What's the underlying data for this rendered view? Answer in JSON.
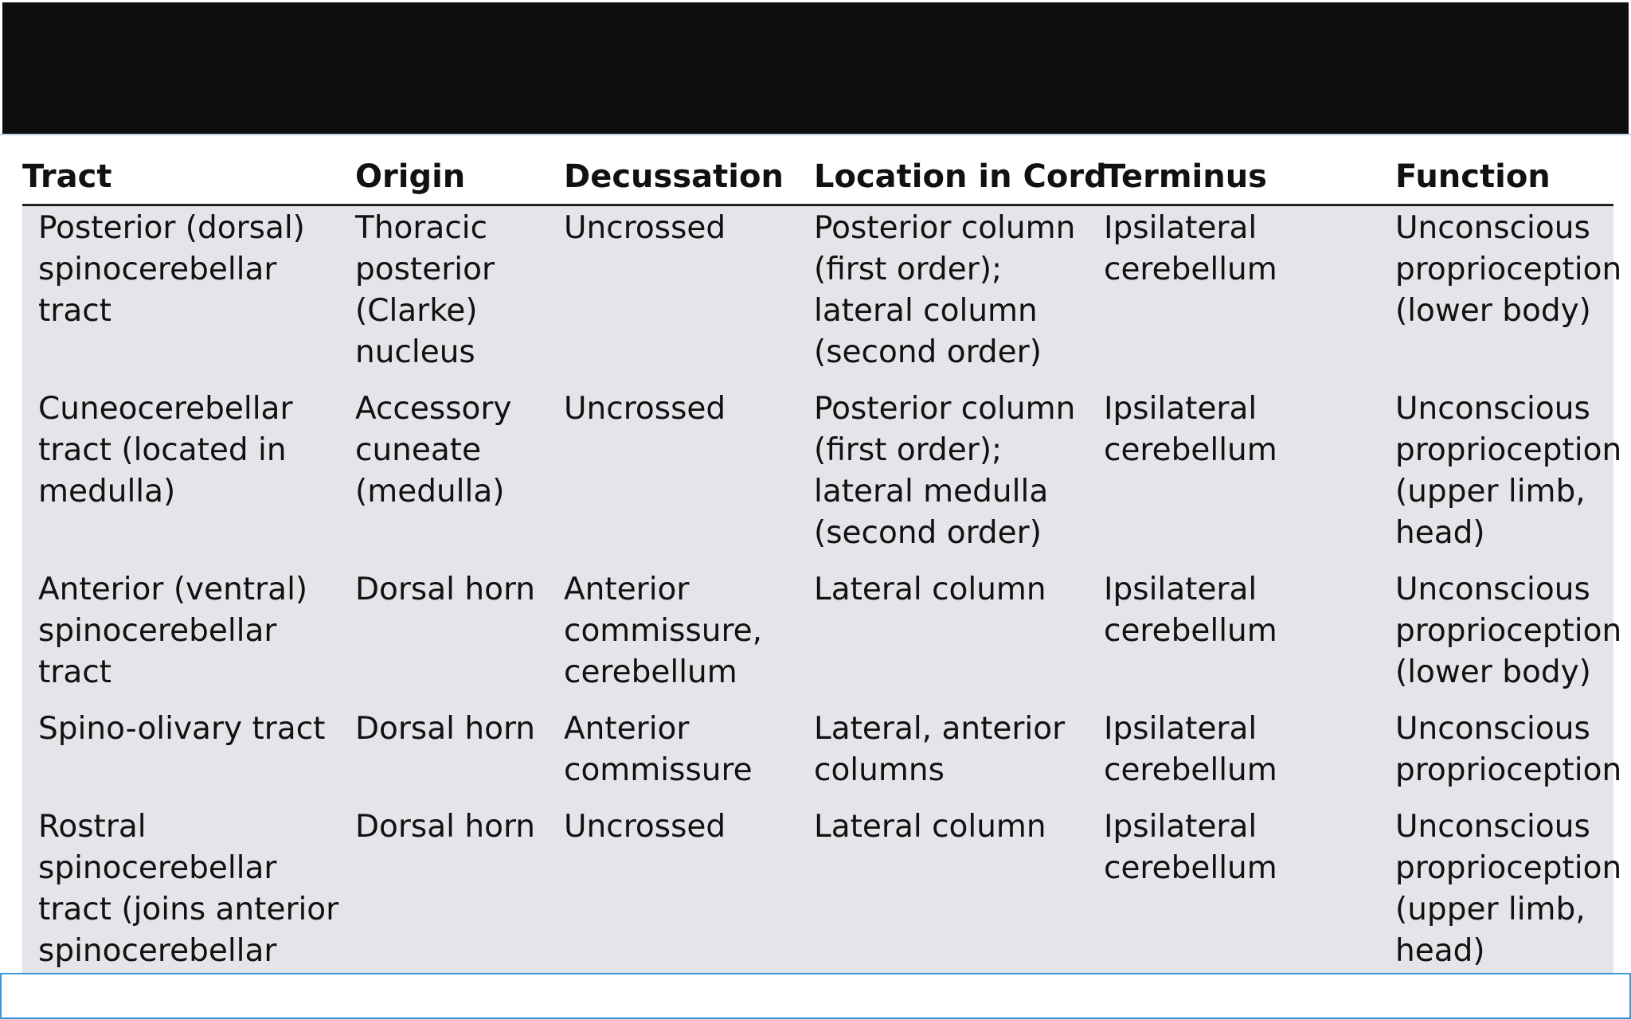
{
  "table": {
    "headers": [
      "Tract",
      "Origin",
      "Decussation",
      "Location in Cord",
      "Terminus",
      "Function"
    ],
    "rows": [
      {
        "tract": "Posterior (dorsal)\nspinocerebellar\ntract",
        "origin": "Thoracic\nposterior\n(Clarke)\nnucleus",
        "decussation": "Uncrossed",
        "location": "Posterior column\n(first order);\nlateral column\n(second order)",
        "terminus": "Ipsilateral\ncerebellum",
        "function": "Unconscious\nproprioception\n(lower body)"
      },
      {
        "tract": "Cuneocerebellar\ntract (located in\nmedulla)",
        "origin": "Accessory\ncuneate\n(medulla)",
        "decussation": "Uncrossed",
        "location": "Posterior column\n(first order);\nlateral medulla\n(second order)",
        "terminus": "Ipsilateral\ncerebellum",
        "function": "Unconscious\nproprioception\n(upper limb,\nhead)"
      },
      {
        "tract": "Anterior (ventral)\nspinocerebellar\ntract",
        "origin": "Dorsal horn",
        "decussation": "Anterior\ncommissure,\ncerebellum",
        "location": "Lateral column",
        "terminus": "Ipsilateral\ncerebellum",
        "function": "Unconscious\nproprioception\n(lower body)"
      },
      {
        "tract": "Spino-olivary tract",
        "origin": "Dorsal horn",
        "decussation": "Anterior\ncommissure",
        "location": "Lateral, anterior\ncolumns",
        "terminus": "Ipsilateral\ncerebellum",
        "function": "Unconscious\nproprioception"
      },
      {
        "tract": "Rostral\nspinocerebellar\ntract (joins anterior\nspinocerebellar tract)",
        "origin": "Dorsal horn",
        "decussation": "Uncrossed",
        "location": "Lateral column",
        "terminus": "Ipsilateral\ncerebellum",
        "function": "Unconscious\nproprioception\n(upper limb,\nhead)"
      }
    ]
  },
  "colors": {
    "banner": "#0e0e0f",
    "table_body": "#e6e4e8",
    "header_rule": "#222222",
    "bottom_box_border": "#3a9ad9"
  }
}
